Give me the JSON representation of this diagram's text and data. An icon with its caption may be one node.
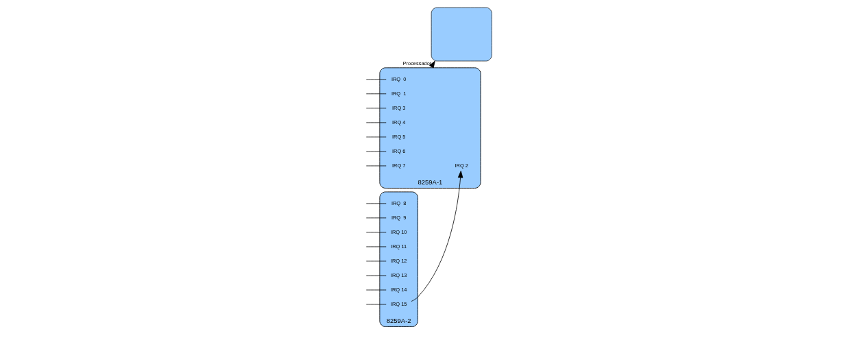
{
  "diagram": {
    "nodes": [
      {
        "text": [
          "8259A-2"
        ]
      },
      {
        "text": [
          "IRQ  8"
        ],
        "in": 0
      },
      {
        "text": [
          "IRQ  9"
        ],
        "in": 0
      },
      {
        "text": [
          "IRQ 10"
        ],
        "in": 0
      },
      {
        "text": [
          "IRQ 11"
        ],
        "in": 0
      },
      {
        "text": [
          "IRQ 12"
        ],
        "in": 0
      },
      {
        "text": [
          "IRQ 13"
        ],
        "in": 0
      },
      {
        "text": [
          "IRQ 14"
        ],
        "in": 0
      },
      {
        "text": [
          "IRQ 15"
        ],
        "in": 0
      },
      {
        "text": [
          "8259A-1"
        ]
      },
      {
        "text": [
          "IRQ  0"
        ],
        "in": 9
      },
      {
        "text": [
          "IRQ  1"
        ],
        "in": 9
      },
      {
        "text": [
          "IRQ 2"
        ],
        "in": 9
      },
      {
        "text": [
          "IRQ 3"
        ],
        "in": 9
      },
      {
        "text": [
          "IRQ 4"
        ],
        "in": 9
      },
      {
        "text": [
          "IRQ 5"
        ],
        "in": 9
      },
      {
        "text": [
          "IRQ 6"
        ],
        "in": 9
      },
      {
        "text": [
          "IRQ 7"
        ],
        "in": 9
      },
      {
        "text": [
          "Processador"
        ]
      }
    ],
    "edges": [
      {
        "from": null,
        "to": 1,
        "arrow": "none"
      },
      {
        "from": null,
        "to": 2,
        "arrow": "none"
      },
      {
        "from": null,
        "to": 3,
        "arrow": "none"
      },
      {
        "from": null,
        "to": 4,
        "arrow": "none"
      },
      {
        "from": null,
        "to": 5,
        "arrow": "none"
      },
      {
        "from": null,
        "to": 6,
        "arrow": "none"
      },
      {
        "from": null,
        "to": 7,
        "arrow": "none"
      },
      {
        "from": null,
        "to": 8,
        "arrow": "none"
      },
      {
        "from": null,
        "to": 10,
        "arrow": "none"
      },
      {
        "from": null,
        "to": 11,
        "arrow": "none"
      },
      {
        "from": null,
        "to": 13,
        "arrow": "none"
      },
      {
        "from": null,
        "to": 14,
        "arrow": "none"
      },
      {
        "from": null,
        "to": 15,
        "arrow": "none"
      },
      {
        "from": null,
        "to": 16,
        "arrow": "none"
      },
      {
        "from": null,
        "to": 17,
        "arrow": "none"
      },
      {
        "from": 8,
        "to": 12,
        "arrow": "to"
      },
      {
        "from": 9,
        "to": 18,
        "arrow": "to"
      }
    ]
  }
}
